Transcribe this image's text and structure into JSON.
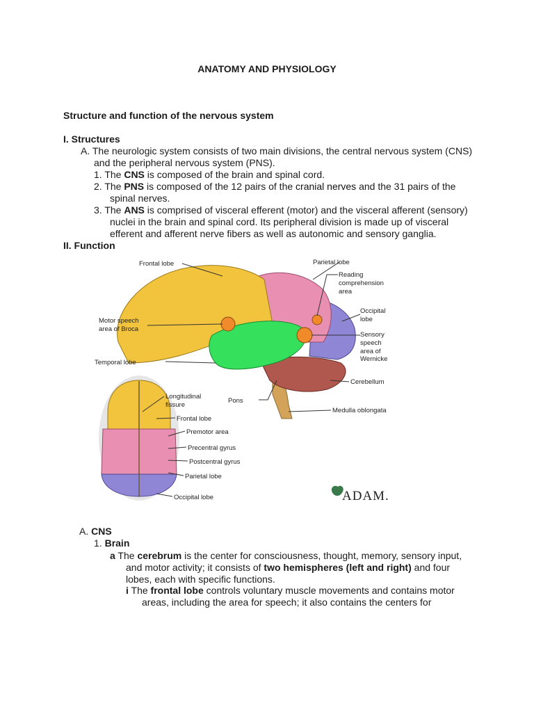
{
  "doc": {
    "title": "ANATOMY AND PHYSIOLOGY",
    "subtitle": "Structure and function of the nervous system",
    "section1": "I. Structures",
    "a_line1": "A. The neurologic system consists of two main divisions, the central nervous system (CNS)",
    "a_line2": "and the peripheral nervous system (PNS).",
    "item1": {
      "pre": "1. The ",
      "bold": "CNS",
      "post": " is composed of the brain and spinal cord."
    },
    "item2": {
      "pre": "2. The ",
      "bold": "PNS",
      "post": " is composed of the 12 pairs of the ",
      "link": "cranial nerves",
      "post2": " and the 31 pairs of the",
      "cont": "spinal nerves."
    },
    "item3": {
      "pre": "3. The ",
      "bold": "ANS",
      "post": " is comprised of visceral efferent (motor) and the visceral afferent (sensory)",
      "line2": "nuclei in the brain and spinal cord. Its peripheral division is made up of visceral",
      "line3": "efferent and afferent nerve fibers as well as autonomic and sensory ganglia."
    },
    "section2": "II. Function",
    "cns_prefix": "A. ",
    "cns": "CNS",
    "brain_prefix": "1. ",
    "brain": "Brain",
    "a_item": {
      "letter": "a",
      "pre": " The ",
      "bold": "cerebrum",
      "post": " is the center for consciousness, thought, memory, sensory input,",
      "line2_pre": "and motor activity; it consists of ",
      "line2_bold": "two hemispheres (left and right)",
      "line2_post": " and four",
      "line3": "lobes, each with specific functions."
    },
    "i_item": {
      "letter": "i",
      "pre": " The ",
      "bold": "frontal lobe",
      "post": " controls voluntary muscle movements and contains motor",
      "line2": "areas, including the area for speech; it also contains the centers for"
    }
  },
  "figure": {
    "labels": {
      "frontal_lobe": "Frontal lobe",
      "parietal_lobe": "Parietal lobe",
      "reading1": "Reading",
      "reading2": "comprehension",
      "reading3": "area",
      "occipital1": "Occipital",
      "occipital2": "lobe",
      "motor1": "Motor speech",
      "motor2": "area of Broca",
      "sensory1": "Sensory",
      "sensory2": "speech",
      "sensory3": "area of",
      "sensory4": "Wernicke",
      "temporal_lobe": "Temporal lobe",
      "cerebellum": "Cerebellum",
      "pons": "Pons",
      "medulla": "Medulla oblongata",
      "long1": "Longitudinal",
      "long2": "fissure",
      "top_frontal": "Frontal lobe",
      "premotor": "Premotor area",
      "precentral": "Precentral gyrus",
      "postcentral": "Postcentral gyrus",
      "top_parietal": "Parietal lobe",
      "top_occipital": "Occipital lobe",
      "logo": "ADAM."
    },
    "colors": {
      "frontal": "#f2c33d",
      "parietal": "#e98fb1",
      "occipital": "#8f86d6",
      "temporal": "#35e05c",
      "cerebellum": "#b0584e",
      "spot": "#f08a2a"
    }
  }
}
